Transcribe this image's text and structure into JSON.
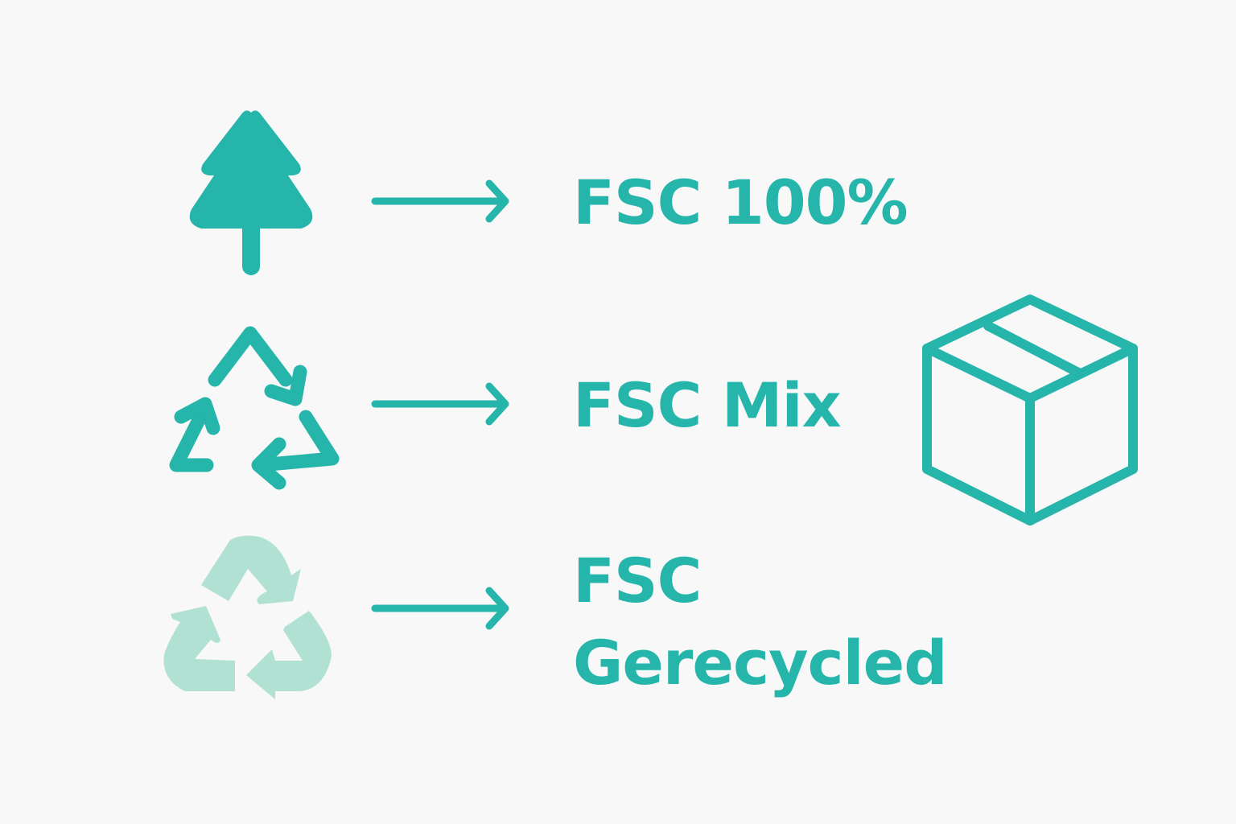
{
  "colors": {
    "background": "#f8f8f8",
    "primary": "#25b5aa",
    "light": "#b1e1d3"
  },
  "rows": [
    {
      "icon": "tree-icon",
      "arrow": "arrow-right-icon",
      "label": "FSC 100%"
    },
    {
      "icon": "recycle-outline-icon",
      "arrow": "arrow-right-icon",
      "label": "FSC Mix"
    },
    {
      "icon": "recycle-solid-icon",
      "arrow": "arrow-right-icon",
      "label_line1": "FSC",
      "label_line2": "Gerecycled"
    }
  ],
  "side_icon": "box-icon"
}
